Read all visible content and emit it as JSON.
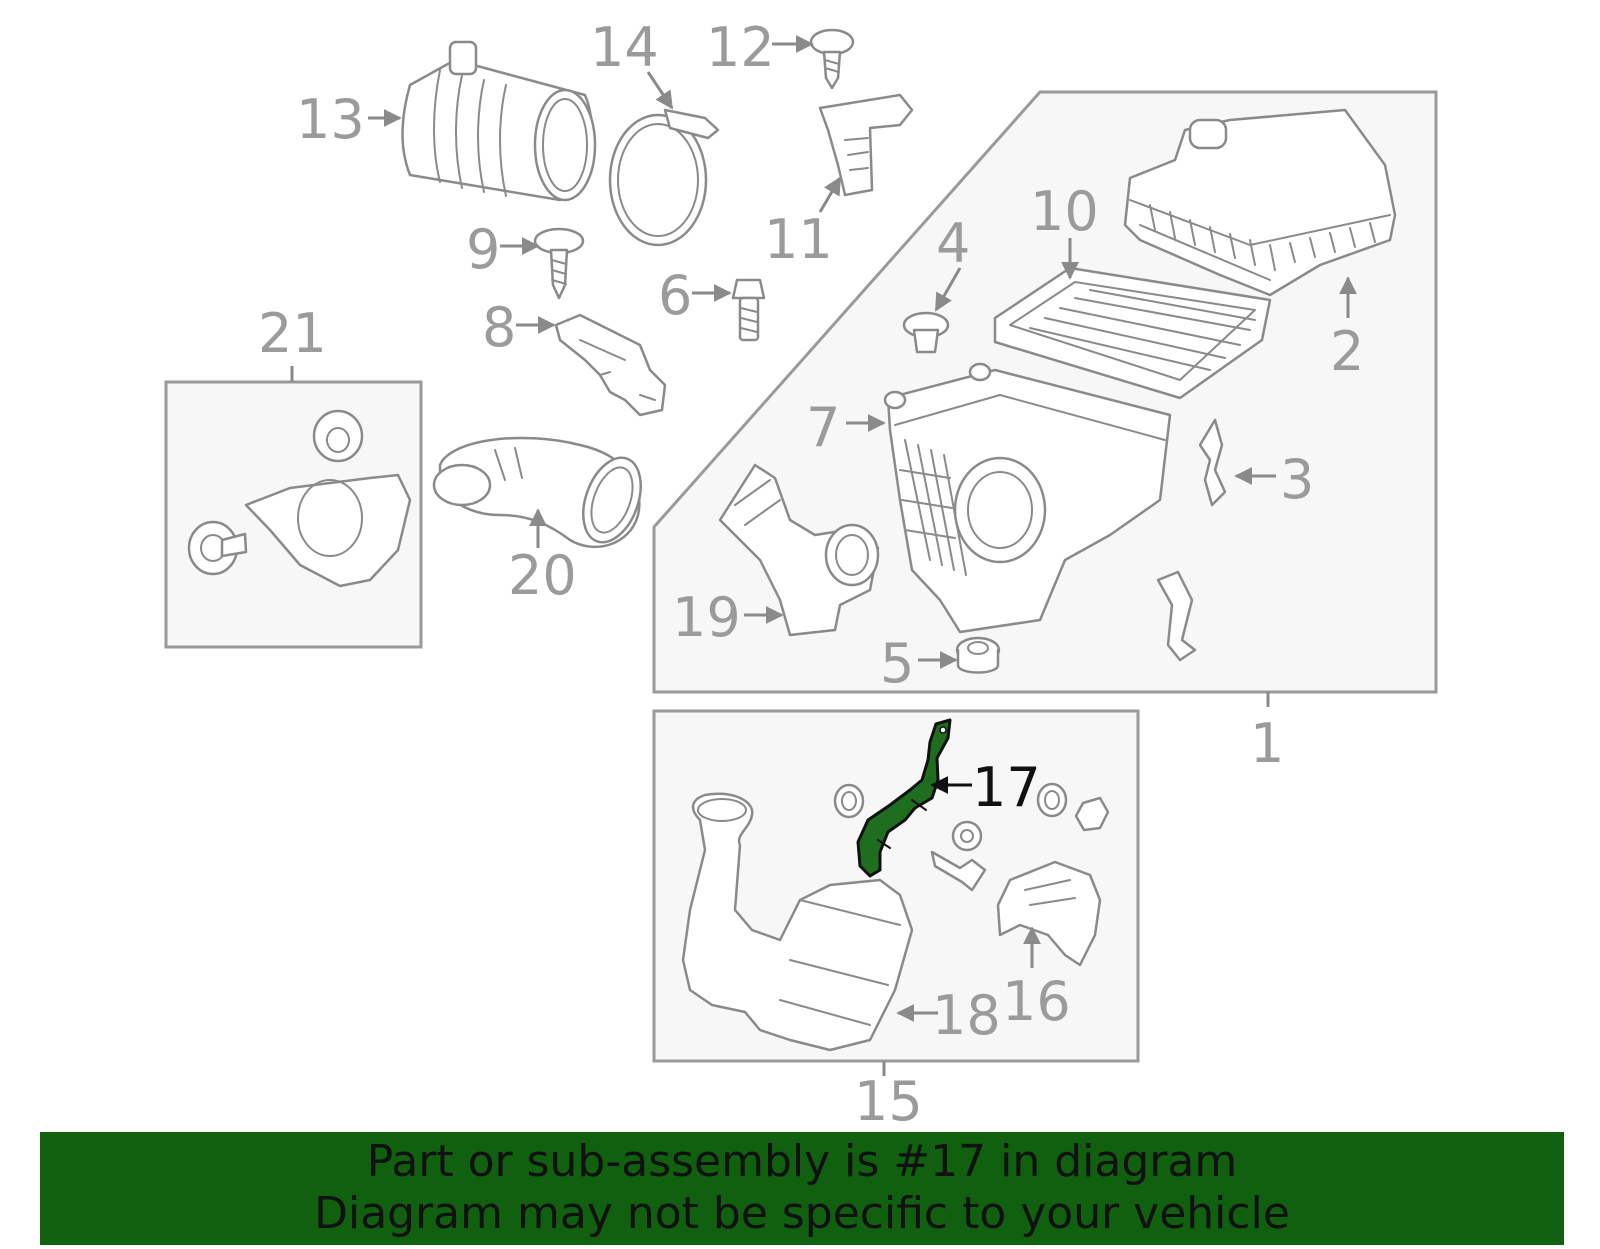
{
  "diagram": {
    "callouts": {
      "c1": "1",
      "c2": "2",
      "c3": "3",
      "c4": "4",
      "c5": "5",
      "c6": "6",
      "c7": "7",
      "c8": "8",
      "c9": "9",
      "c10": "10",
      "c11": "11",
      "c12": "12",
      "c13": "13",
      "c14": "14",
      "c15": "15",
      "c16": "16",
      "c17": "17",
      "c18": "18",
      "c19": "19",
      "c20": "20",
      "c21": "21"
    },
    "highlighted_part": "17"
  },
  "banner": {
    "line1": "Part or sub-assembly is #17 in diagram",
    "line2": "Diagram may not be specific to your vehicle",
    "background_color": "#106010"
  },
  "colors": {
    "line_gray": "#8a8a8a",
    "label_gray": "#9b9b9b",
    "highlight_green": "#1f6e1f",
    "highlight_label": "#111111"
  }
}
